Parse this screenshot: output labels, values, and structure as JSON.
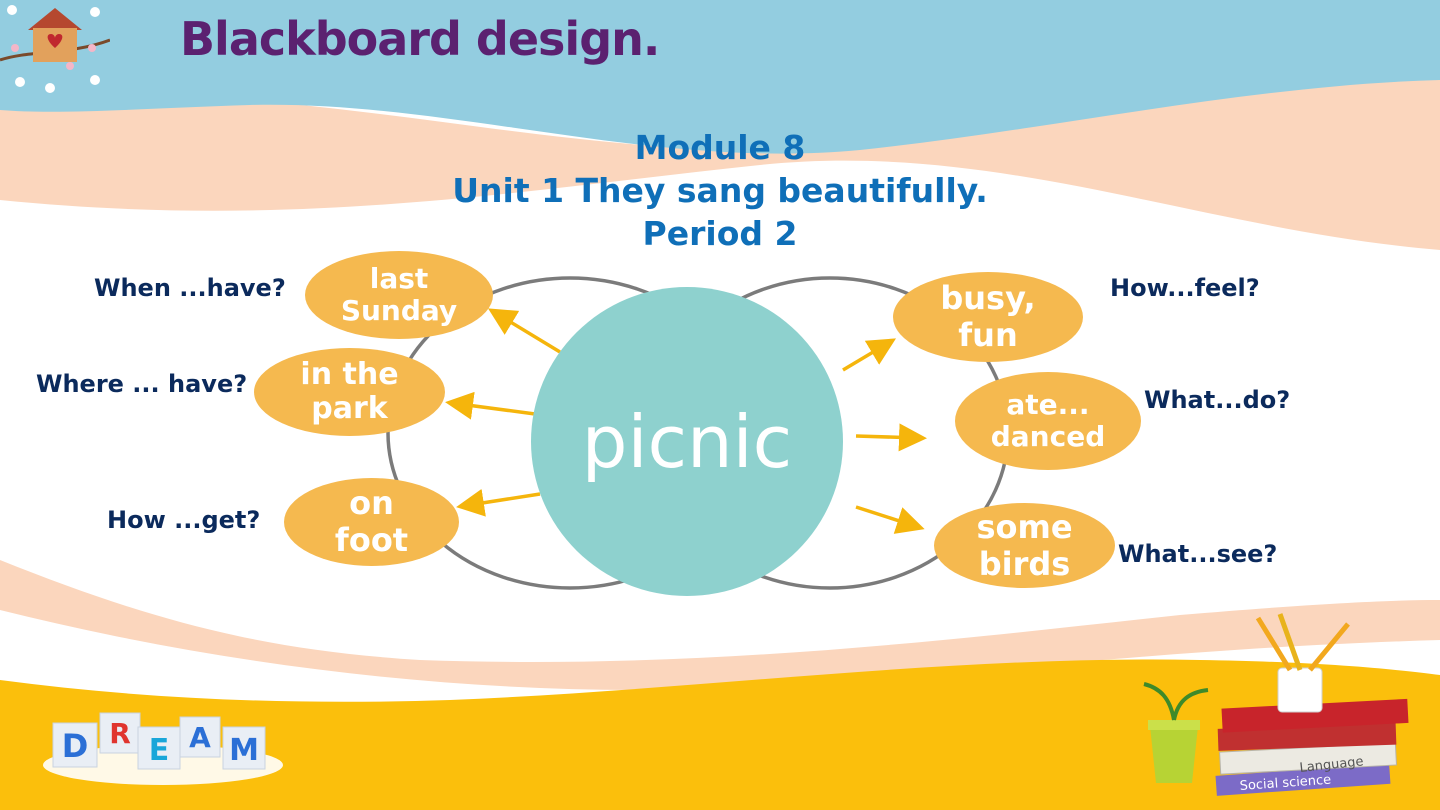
{
  "title": "Blackboard design.",
  "heading": {
    "module": "Module 8",
    "unit": "Unit 1 They sang beautifully.",
    "period": "Period 2"
  },
  "center": "picnic",
  "left_nodes": [
    {
      "question": "When ...have?",
      "answer": "last\nSunday"
    },
    {
      "question": "Where ... have?",
      "answer": "in the\npark"
    },
    {
      "question": "How ...get?",
      "answer": "on\nfoot"
    }
  ],
  "right_nodes": [
    {
      "question": "How...feel?",
      "answer": "busy,\nfun"
    },
    {
      "question": "What...do?",
      "answer": "ate...\ndanced"
    },
    {
      "question": "What...see?",
      "answer": "some\nbirds"
    }
  ],
  "decor": {
    "dream_letters": [
      "D",
      "R",
      "E",
      "A",
      "M"
    ],
    "book_labels": [
      "Language",
      "Social science"
    ]
  },
  "colors": {
    "title": "#5b2170",
    "heading": "#0f6fb8",
    "bubble": "#f5b94f",
    "center": "#8ed1ce",
    "question": "#0b2a5c",
    "sky": "#93cde0",
    "peach": "#fbd6bd",
    "yellow": "#fbbf0c"
  }
}
